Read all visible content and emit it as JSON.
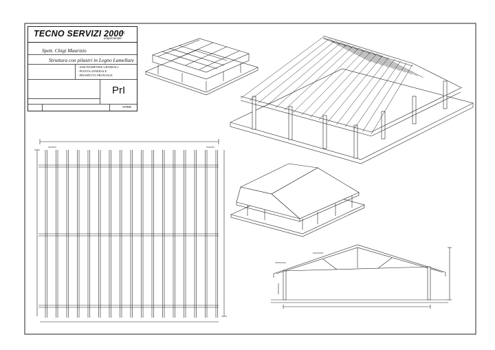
{
  "title_block": {
    "company": "TECNO SERVIZI 2000",
    "company_suffix": "s.r.l.",
    "company_sub": "unipersonale",
    "client": "Spett. Chigi Maurizio",
    "project_title": "Struttura con pilastri in Legno Lamellare",
    "contents": [
      "- ASSONOMETRIE GENERALI",
      "- PIANTA GENERALE",
      "- PROSPETTO FRONTALE"
    ],
    "drawing_code": "PrI",
    "scale": "VARIE"
  },
  "views": {
    "axon_small": "axonometric-small",
    "axon_large": "axonometric-large",
    "axon_roofed": "axonometric-roofed",
    "plan": "plan-view",
    "elevation": "front-elevation"
  }
}
